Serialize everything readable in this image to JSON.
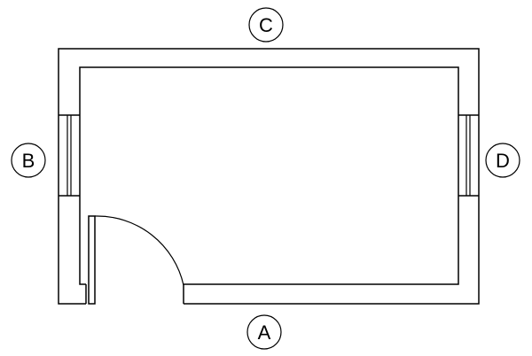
{
  "diagram": {
    "title": "",
    "labels": {
      "north": "C",
      "south": "A",
      "west": "B",
      "east": "D"
    },
    "door_side": "A",
    "window_sides": [
      "B",
      "D"
    ],
    "colors": {
      "stroke": "#000000",
      "background": "#ffffff"
    }
  }
}
